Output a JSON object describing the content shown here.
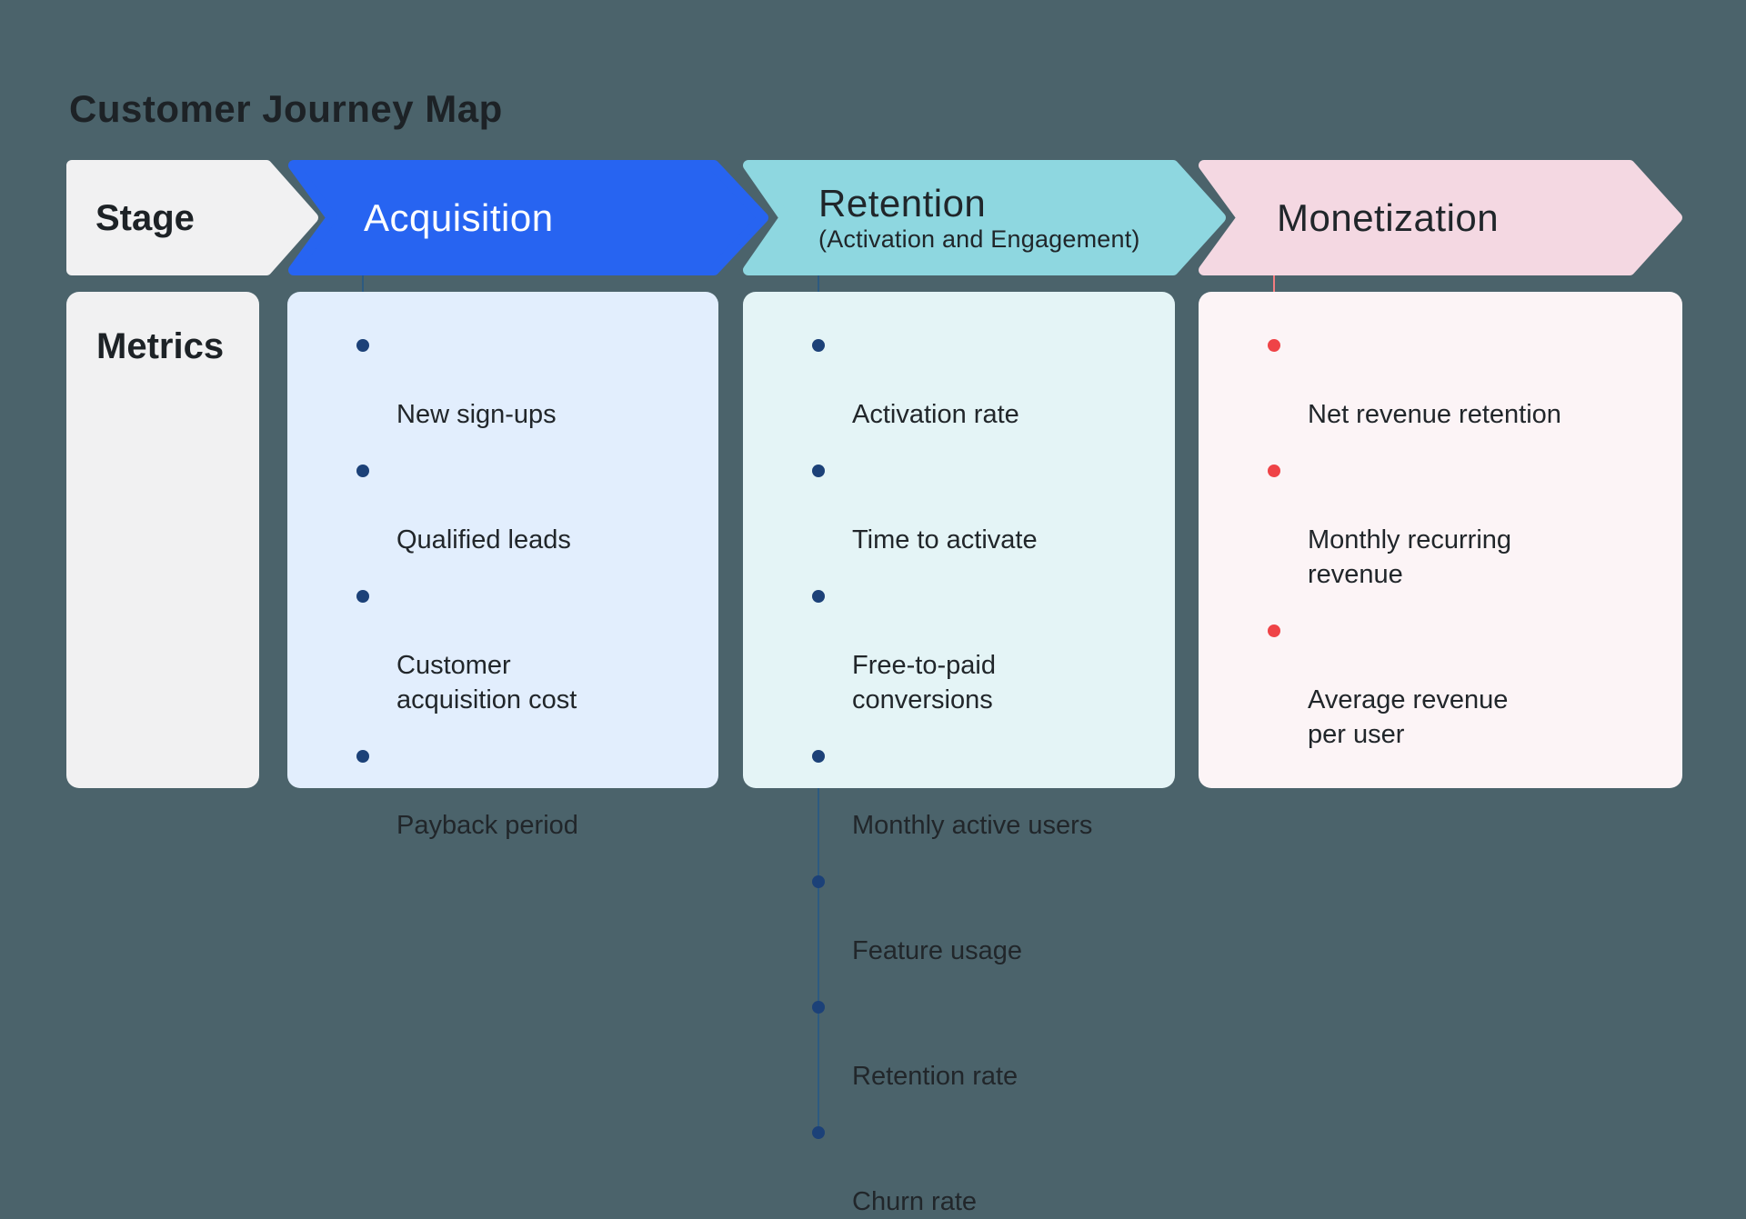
{
  "title": "Customer Journey Map",
  "row_labels": {
    "stage": "Stage",
    "metrics": "Metrics"
  },
  "colors": {
    "bg": "#4b636b",
    "neutral_fill": "#f1f1f2",
    "text_dark": "#1d2226",
    "body_text": "#21262a"
  },
  "stages": [
    {
      "label": "Acquisition",
      "sublabel": "",
      "arrow_color": "#2764f1",
      "label_color": "#ffffff",
      "card_color": "#e2eefd",
      "line_color": "#2d5a80",
      "bullet_color": "#1c4178",
      "metrics": [
        "New sign-ups",
        "Qualified leads",
        "Customer\nacquisition cost",
        "Payback period"
      ]
    },
    {
      "label": "Retention",
      "sublabel": "(Activation and Engagement)",
      "arrow_color": "#8ed7e0",
      "label_color": "#20262a",
      "card_color": "#e4f4f6",
      "line_color": "#2d5a80",
      "bullet_color": "#1c4178",
      "metrics": [
        "Activation rate",
        "Time to activate",
        "Free-to-paid\nconversions",
        "Monthly active users",
        "Feature usage",
        "Retention rate",
        "Churn rate"
      ]
    },
    {
      "label": "Monetization",
      "sublabel": "",
      "arrow_color": "#f4d8e2",
      "label_color": "#20262a",
      "card_color": "#fcf4f6",
      "line_color": "#f37d80",
      "bullet_color": "#ef4347",
      "metrics": [
        "Net revenue retention",
        "Monthly recurring\nrevenue",
        "Average revenue\nper user"
      ]
    }
  ]
}
